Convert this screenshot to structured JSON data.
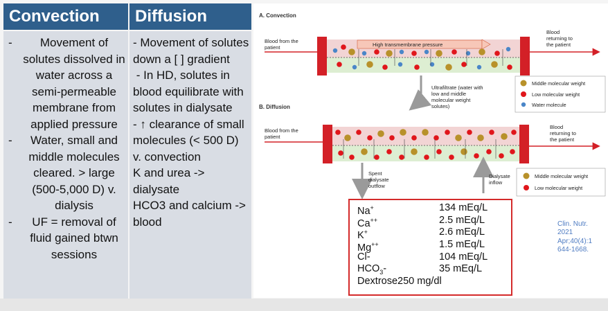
{
  "table": {
    "headers": [
      "Convection",
      "Diffusion"
    ],
    "convection_items": [
      "Movement of solutes dissolved in water across a semi-permeable membrane from applied pressure",
      "Water, small and middle molecules cleared. > large (500-5,000 D) v. dialysis",
      "UF = removal of fluid gained btwn sessions"
    ],
    "diffusion_lines": [
      "- Movement of solutes down a [ ] gradient",
      " - In HD, solutes in blood equilibrate with solutes in dialysate",
      "- ↑ clearance of small molecules (< 500 D) v. convection",
      "K and urea -> dialysate",
      "HCO3 and calcium -> blood"
    ]
  },
  "figure": {
    "section_a": "A. Convection",
    "section_b": "B. Diffusion",
    "blood_from_a": [
      "Blood from the",
      "patient"
    ],
    "blood_return_a": [
      "Blood",
      "returning to",
      "the patient"
    ],
    "pressure_label": "High transmembrane pressure",
    "ultrafiltrate": [
      "Ultrafiltrate (water with",
      "low and middle",
      "molecular weight",
      "solutes)"
    ],
    "legend_a": [
      "Middle molecular weight",
      "Low molecular weight",
      "Water molecule"
    ],
    "blood_from_b": [
      "Blood from the",
      "patient"
    ],
    "blood_return_b": [
      "Blood",
      "returning to",
      "the patient"
    ],
    "spent": [
      "Spent",
      "dialysate",
      "outflow"
    ],
    "inflow": [
      "Dialysate",
      "inflow"
    ],
    "legend_b": [
      "Middle molecular weight",
      "Low molecular weight"
    ],
    "colors": {
      "middle": "#b8912a",
      "low": "#e0161b",
      "water": "#4a86c8",
      "tube": "#d32027",
      "blood": "#f2d4d4",
      "dialysate": "#ddeed2"
    }
  },
  "composition": [
    {
      "ion": "Na",
      "sup": "+",
      "sub": "",
      "value": "134 mEq/L"
    },
    {
      "ion": "Ca",
      "sup": "++",
      "sub": "",
      "value": "2.5 mEq/L"
    },
    {
      "ion": "K",
      "sup": "+",
      "sub": "",
      "value": "2.6 mEq/L"
    },
    {
      "ion": "Mg",
      "sup": "++",
      "sub": "",
      "value": "1.5 mEq/L"
    },
    {
      "ion": "Cl-",
      "sup": "",
      "sub": "",
      "value": "104 mEq/L"
    },
    {
      "ion": "HCO",
      "sup": "",
      "sub": "3",
      "tail": "-",
      "value": "35 mEq/L"
    }
  ],
  "dextrose": "Dextrose250 mg/dl",
  "citation": [
    "Clin. Nutr.",
    "2021",
    "Apr;40(4):1",
    "644-1668."
  ]
}
